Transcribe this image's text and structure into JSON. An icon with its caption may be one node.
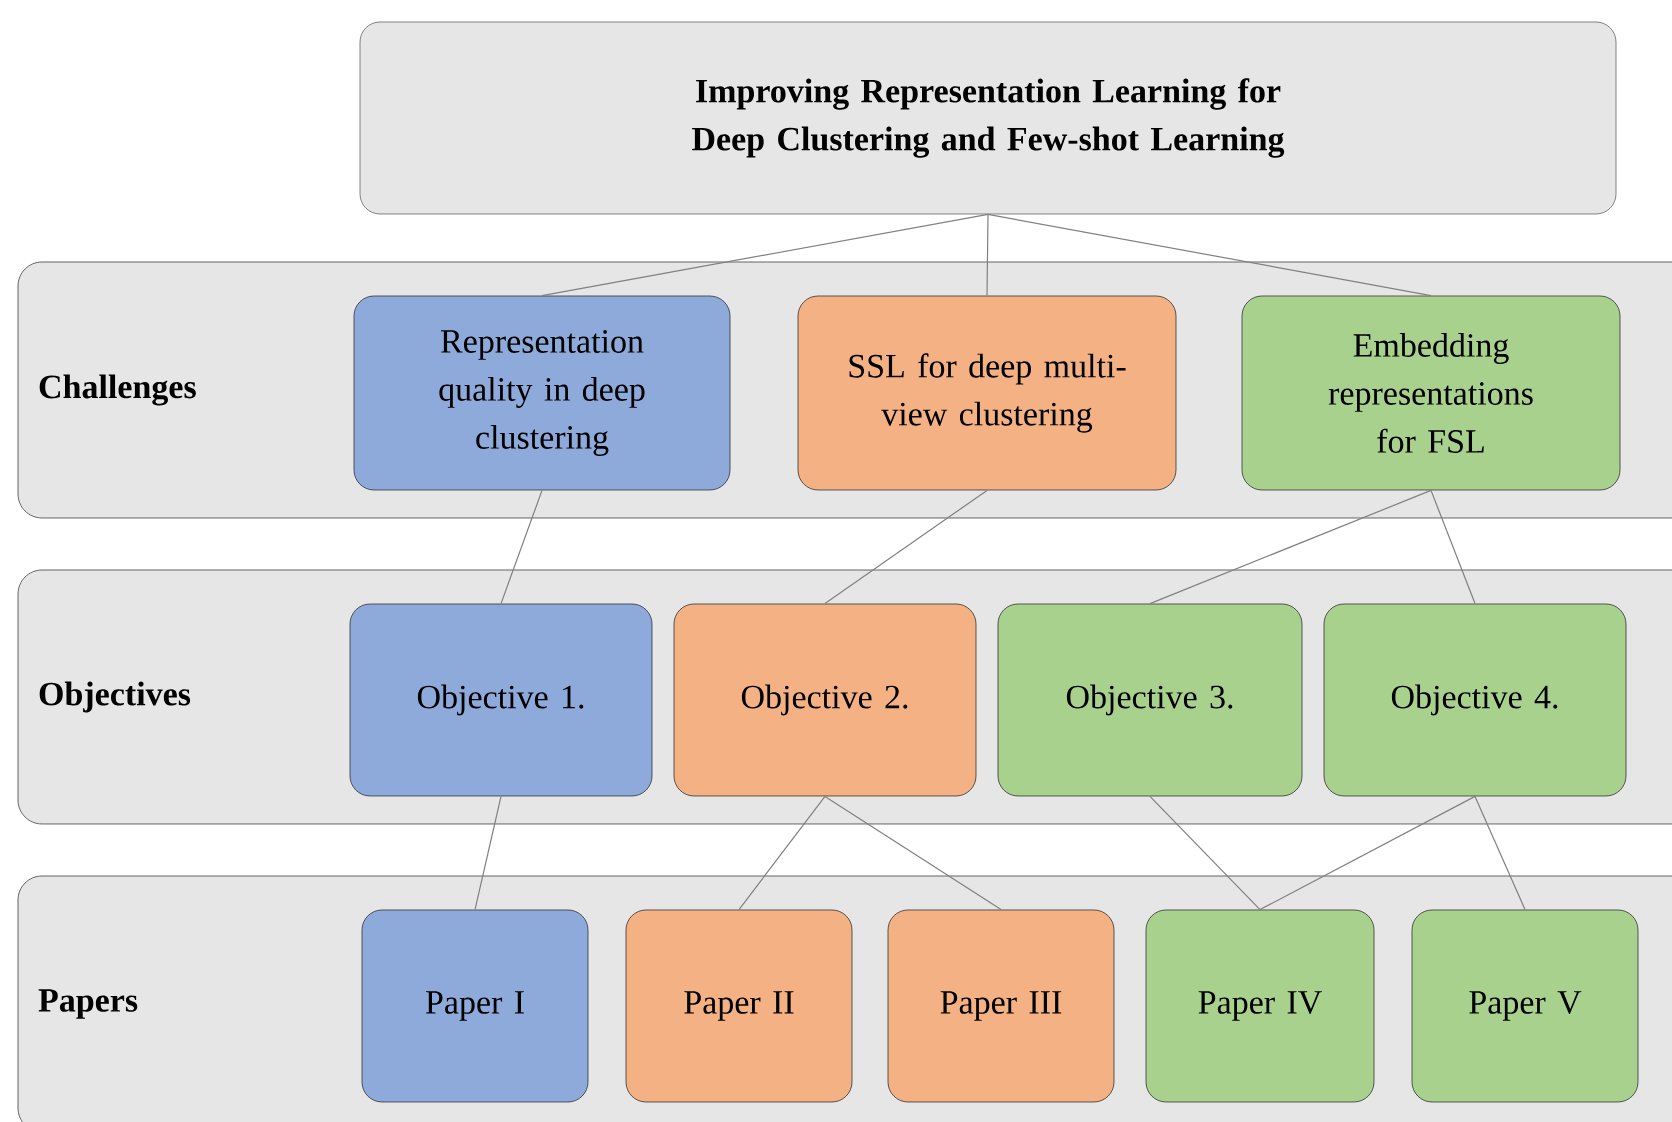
{
  "diagram": {
    "nodes": [
      {
        "text": [
          "Improving Representation Learning for Deep Clustering and Few-shot Learning"
        ]
      },
      {
        "text": [
          "Challenges"
        ]
      },
      {
        "text": [
          "Representation quality in deep clustering"
        ],
        "in": 1
      },
      {
        "text": [
          "SSL for deep multi-view clustering"
        ],
        "in": 1
      },
      {
        "text": [
          "Embedding representations for FSL"
        ],
        "in": 1
      },
      {
        "text": [
          "Objectives"
        ]
      },
      {
        "text": [
          "Objective 1."
        ],
        "in": 5
      },
      {
        "text": [
          "Objective 2."
        ],
        "in": 5
      },
      {
        "text": [
          "Objective 3."
        ],
        "in": 5
      },
      {
        "text": [
          "Objective 4."
        ],
        "in": 5
      },
      {
        "text": [
          "Papers"
        ]
      },
      {
        "text": [
          "Paper I"
        ],
        "in": 10
      },
      {
        "text": [
          "Paper II"
        ],
        "in": 10
      },
      {
        "text": [
          "Paper III"
        ],
        "in": 10
      },
      {
        "text": [
          "Paper IV"
        ],
        "in": 10
      },
      {
        "text": [
          "Paper V"
        ],
        "in": 10
      }
    ],
    "edges": [
      {
        "from": 0,
        "to": 2,
        "arrow": "none"
      },
      {
        "from": 0,
        "to": 3,
        "arrow": "none"
      },
      {
        "from": 0,
        "to": 4,
        "arrow": "none"
      },
      {
        "from": 2,
        "to": 6,
        "arrow": "none"
      },
      {
        "from": 3,
        "to": 7,
        "arrow": "none"
      },
      {
        "from": 4,
        "to": 8,
        "arrow": "none"
      },
      {
        "from": 4,
        "to": 9,
        "arrow": "none"
      },
      {
        "from": 6,
        "to": 11,
        "arrow": "none"
      },
      {
        "from": 7,
        "to": 12,
        "arrow": "none"
      },
      {
        "from": 7,
        "to": 13,
        "arrow": "none"
      },
      {
        "from": 8,
        "to": 14,
        "arrow": "none"
      },
      {
        "from": 9,
        "to": 14,
        "arrow": "none"
      },
      {
        "from": 9,
        "to": 15,
        "arrow": "none"
      }
    ]
  }
}
